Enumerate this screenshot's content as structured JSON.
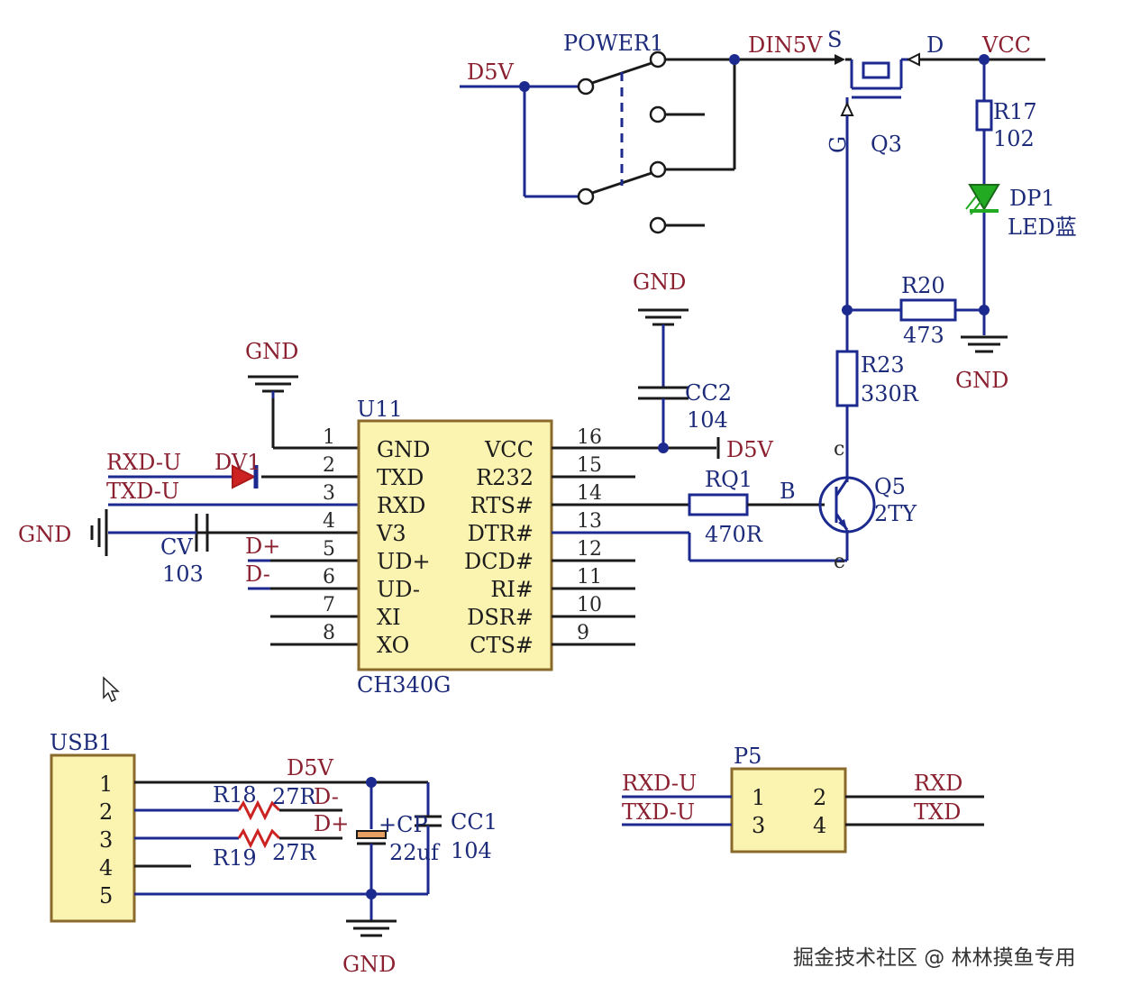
{
  "labels": {
    "power1": "POWER1",
    "d5v_top": "D5V",
    "din5v": "DIN5V",
    "s_pin": "S",
    "d_pin": "D",
    "vcc_top": "VCC",
    "r17": "R17",
    "r17_val": "102",
    "q3": "Q3",
    "g_pin": "G",
    "dp1": "DP1",
    "led": "LED蓝",
    "gnd_cc2": "GND",
    "r20": "R20",
    "r20_val": "473",
    "gnd_r20": "GND",
    "r23": "R23",
    "r23_val": "330R",
    "gnd_u11": "GND",
    "u11": "U11",
    "cc2": "CC2",
    "cc2_val": "104",
    "d5v_u11": "D5V",
    "rq1": "RQ1",
    "rq1_val": "470R",
    "b_pin": "B",
    "q5": "Q5",
    "q5_val": "2TY",
    "c_pin": "c",
    "e_pin": "e",
    "rxdu": "RXD-U",
    "dv1": "DV1",
    "txdu": "TXD-U",
    "gnd_left": "GND",
    "cv": "CV",
    "cv_val": "103",
    "dplus": "D+",
    "dminus": "D-",
    "ch340g": "CH340G",
    "usb1": "USB1",
    "d5v_usb": "D5V",
    "r18": "R18",
    "r18_val": "27R",
    "d_minus_usb": "D-",
    "d_plus_usb": "D+",
    "r19": "R19",
    "r19_val": "27R",
    "cp": "+CP",
    "cp_val": "22uf",
    "cc1": "CC1",
    "cc1_val": "104",
    "gnd_usb": "GND",
    "p5": "P5",
    "p5_rxdu": "RXD-U",
    "p5_txdu": "TXD-U",
    "p5_rxd": "RXD",
    "p5_txd": "TXD"
  },
  "u11_left": [
    {
      "num": "1",
      "name": "GND"
    },
    {
      "num": "2",
      "name": "TXD"
    },
    {
      "num": "3",
      "name": "RXD"
    },
    {
      "num": "4",
      "name": "V3"
    },
    {
      "num": "5",
      "name": "UD+"
    },
    {
      "num": "6",
      "name": "UD-"
    },
    {
      "num": "7",
      "name": "XI"
    },
    {
      "num": "8",
      "name": "XO"
    }
  ],
  "u11_right": [
    {
      "num": "16",
      "name": "VCC"
    },
    {
      "num": "15",
      "name": "R232"
    },
    {
      "num": "14",
      "name": "RTS#"
    },
    {
      "num": "13",
      "name": "DTR#"
    },
    {
      "num": "12",
      "name": "DCD#"
    },
    {
      "num": "11",
      "name": "RI#"
    },
    {
      "num": "10",
      "name": "DSR#"
    },
    {
      "num": "9",
      "name": "CTS#"
    }
  ],
  "usb1_pins": [
    "1",
    "2",
    "3",
    "4",
    "5"
  ],
  "p5_pins": [
    "1",
    "2",
    "3",
    "4"
  ],
  "watermark": "掘金技术社区 @ 林林摸鱼专用",
  "colors": {
    "wire": "#1a1a1a",
    "net": "#1c2a8f",
    "chip_fill": "#fbf3b0",
    "label": "#1c2a7a",
    "net_label": "#8a2030",
    "led": "#22aa22",
    "diode": "#cc2222"
  }
}
